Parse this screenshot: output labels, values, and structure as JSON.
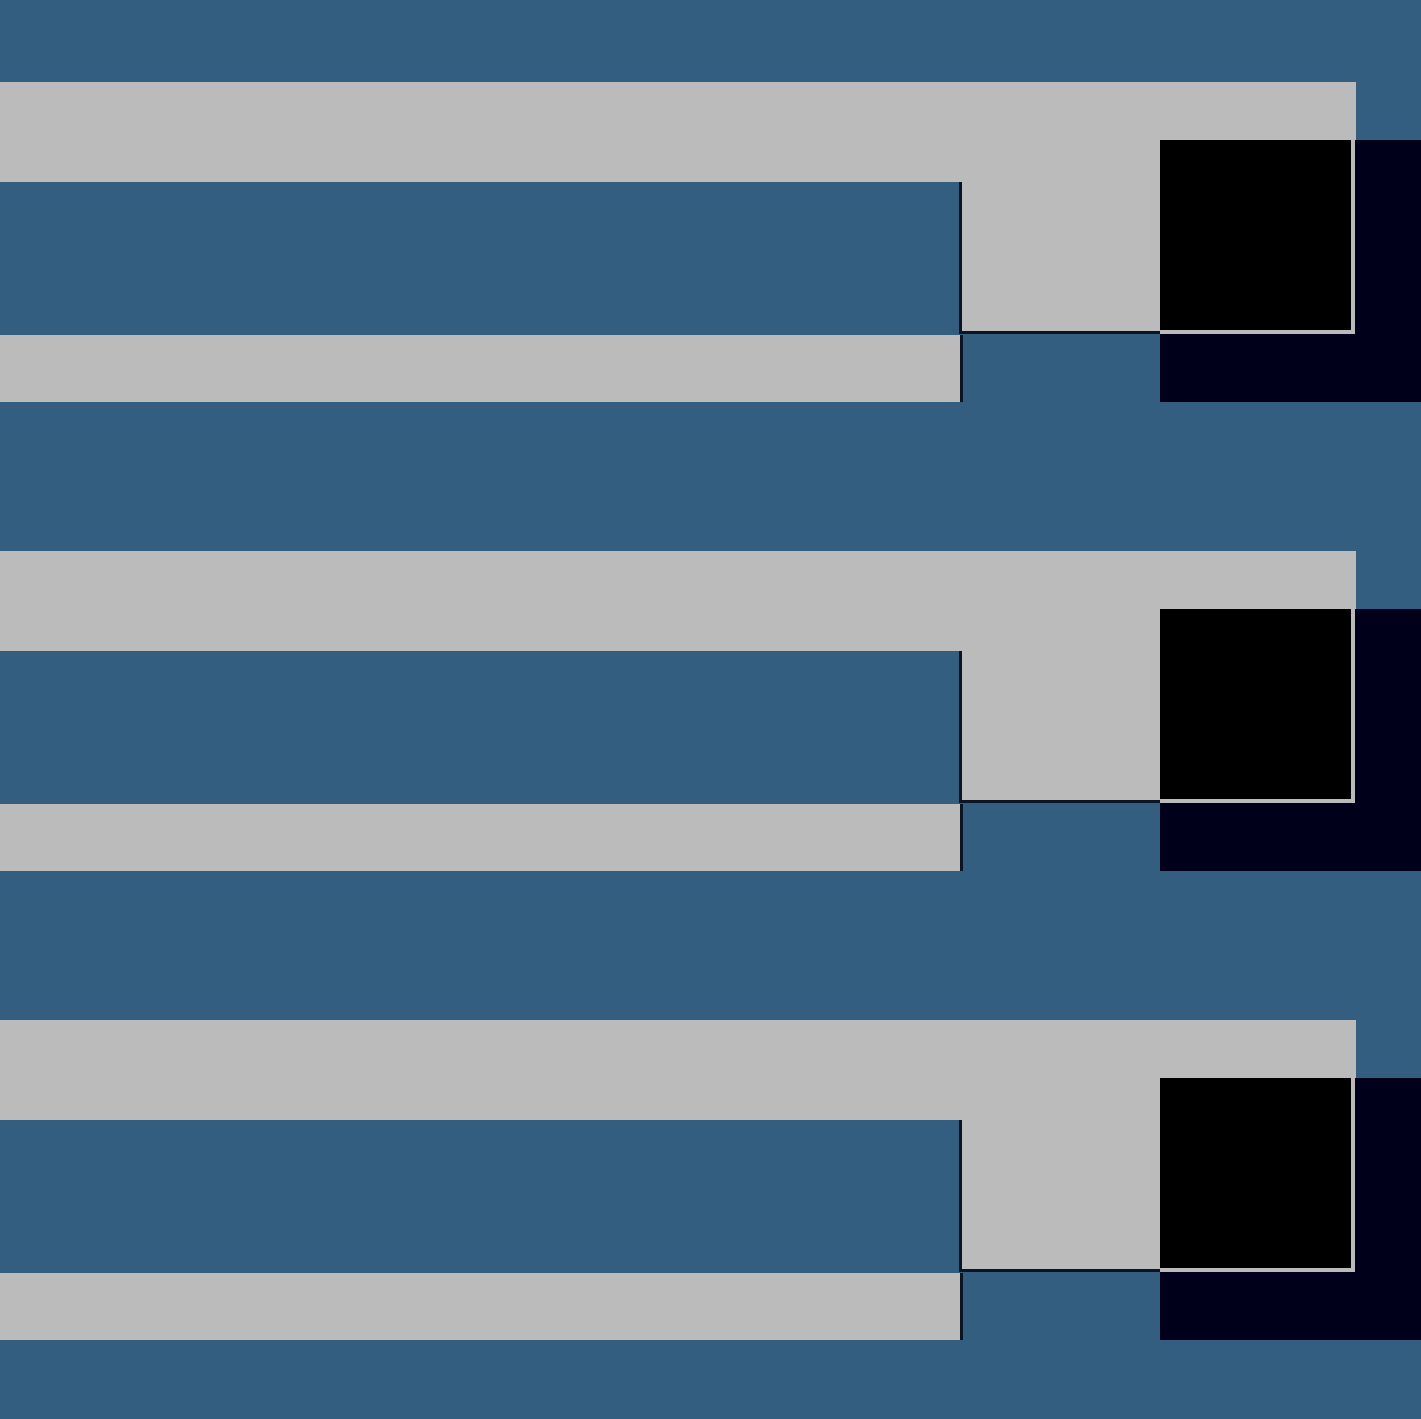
{
  "colors": {
    "background": "#345e80",
    "panel": "#bbbbbb",
    "divider": "#0b1422",
    "shadow": "#00001a",
    "button": "#000000"
  },
  "rows": [
    {
      "id": "row-1"
    },
    {
      "id": "row-2"
    },
    {
      "id": "row-3"
    }
  ]
}
